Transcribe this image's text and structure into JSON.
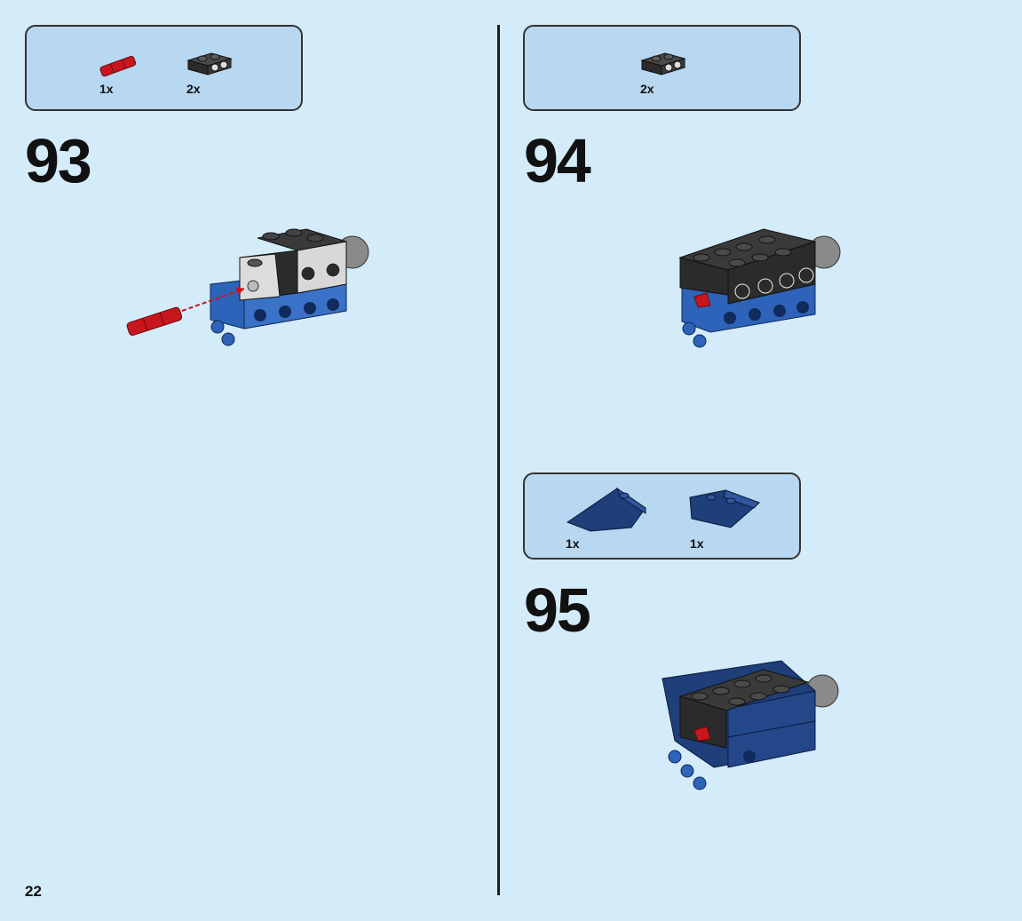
{
  "page": {
    "number": "22"
  },
  "steps": [
    {
      "number": "93",
      "parts": [
        {
          "name": "red-axle-pin",
          "qty": "1x",
          "color": "#c8161d"
        },
        {
          "name": "dark-gray-bracket",
          "qty": "2x",
          "color": "#3a3a3a"
        }
      ]
    },
    {
      "number": "94",
      "parts": [
        {
          "name": "dark-gray-bracket",
          "qty": "2x",
          "color": "#3a3a3a"
        }
      ]
    },
    {
      "number": "95",
      "parts": [
        {
          "name": "dark-blue-wedge-left",
          "qty": "1x",
          "color": "#1f3f7a"
        },
        {
          "name": "dark-blue-wedge-right",
          "qty": "1x",
          "color": "#1f3f7a"
        }
      ]
    }
  ],
  "colors": {
    "background": "#d4ebfa",
    "parts_box": "#b8d7f1",
    "brick_blue": "#2d63b8",
    "brick_dark_blue": "#1f3f7a",
    "brick_black": "#2b2b2b",
    "brick_red": "#c8161d",
    "ball_gray": "#8a8a8a"
  }
}
